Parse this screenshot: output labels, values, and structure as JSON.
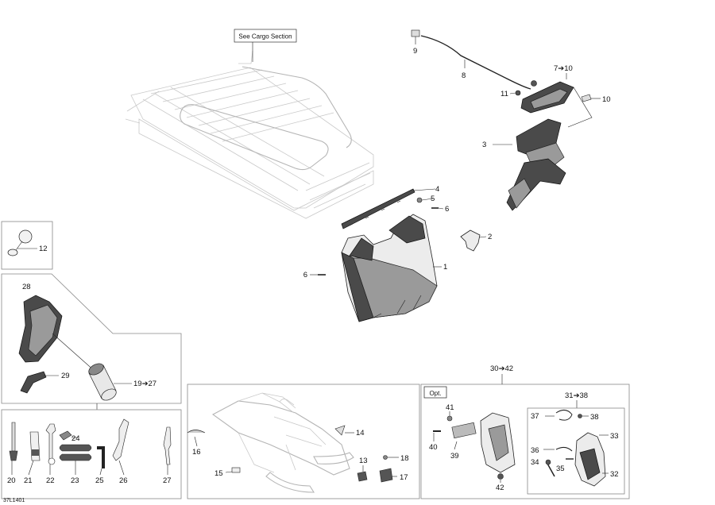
{
  "diagram": {
    "drawing_code": "37L1401",
    "see_cargo_section": "See Cargo Section",
    "opt_label": "Opt.",
    "callouts": {
      "c1": "1",
      "c2": "2",
      "c3": "3",
      "c4": "4",
      "c5": "5",
      "c6a": "6",
      "c6b": "6",
      "c7_10": "7➔10",
      "c8": "8",
      "c9": "9",
      "c10": "10",
      "c11": "11",
      "c12": "12",
      "c13": "13",
      "c14": "14",
      "c15": "15",
      "c16": "16",
      "c17": "17",
      "c18": "18",
      "c19_27": "19➔27",
      "c20": "20",
      "c21": "21",
      "c22": "22",
      "c23": "23",
      "c24": "24",
      "c25": "25",
      "c26": "26",
      "c27": "27",
      "c28": "28",
      "c29": "29",
      "c30_42": "30➔42",
      "c31_38": "31➔38",
      "c32": "32",
      "c33": "33",
      "c34": "34",
      "c35": "35",
      "c36": "36",
      "c37": "37",
      "c38": "38",
      "c39": "39",
      "c40": "40",
      "c41": "41",
      "c42": "42"
    }
  }
}
